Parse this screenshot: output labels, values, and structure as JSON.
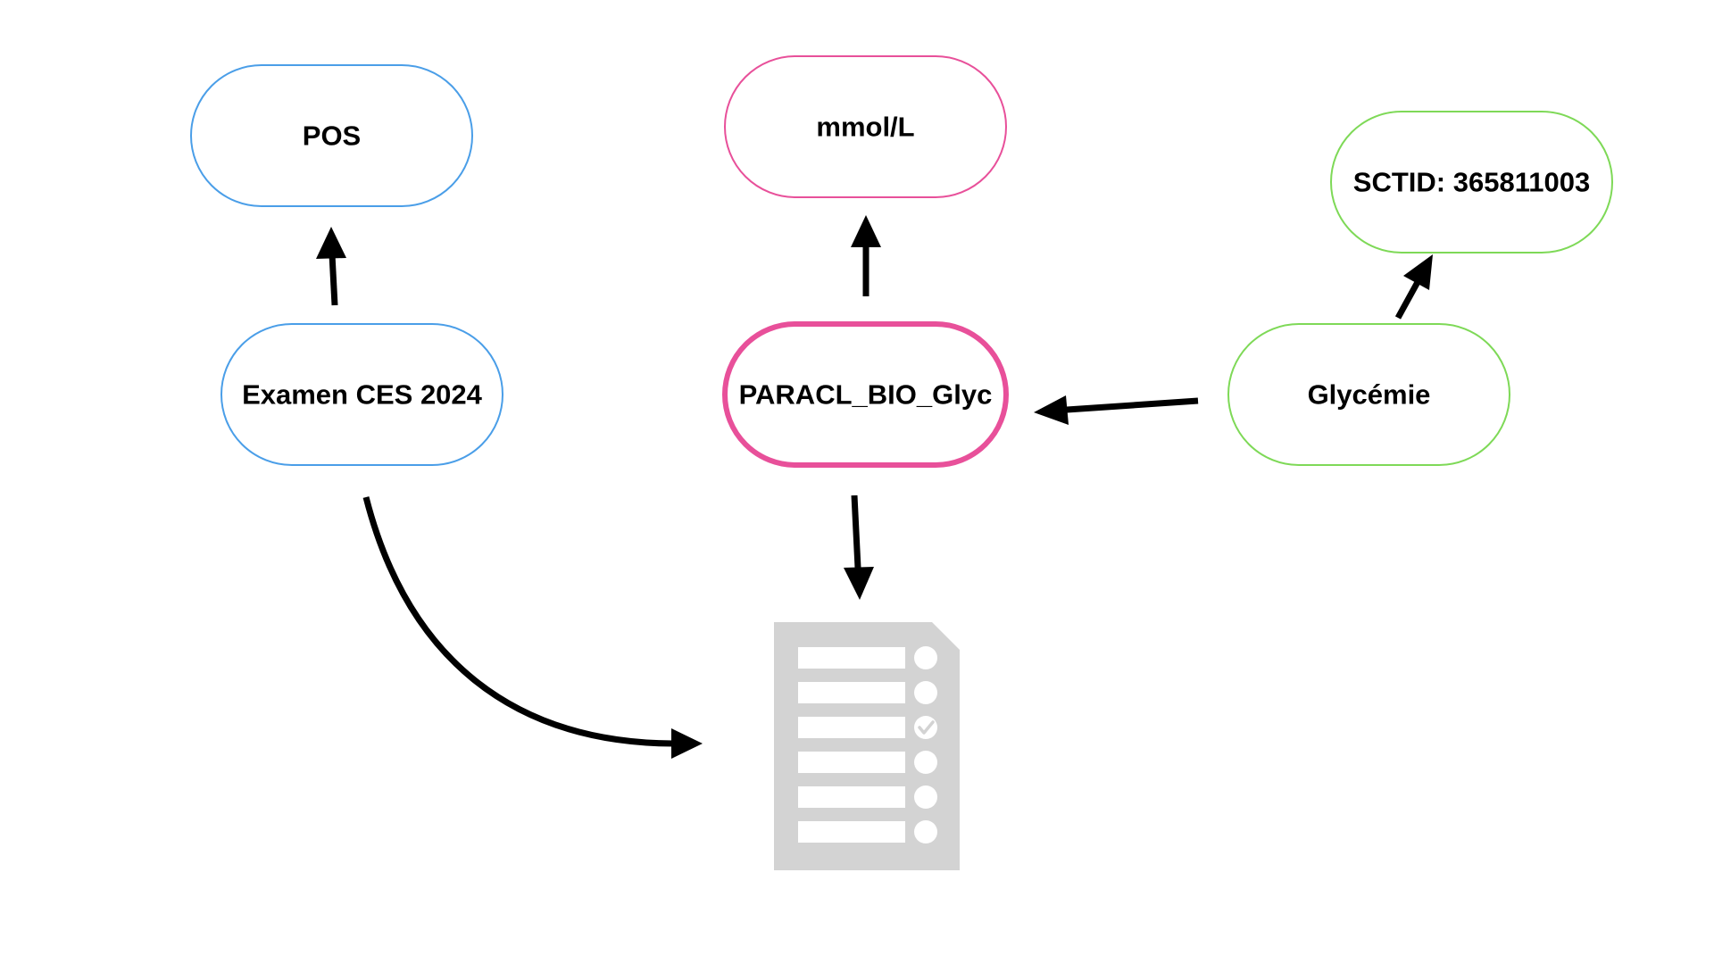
{
  "diagram": {
    "nodes": {
      "pos": {
        "label": "POS",
        "color": "#4a9ee8"
      },
      "examen": {
        "label": "Examen CES 2024",
        "color": "#4a9ee8"
      },
      "mmol": {
        "label": "mmol/L",
        "color": "#e8509a"
      },
      "paracl": {
        "label": "PARACL_BIO_Glyc",
        "color": "#e8509a"
      },
      "sctid": {
        "label": "SCTID: 365811003",
        "color": "#7ed957"
      },
      "glycemie": {
        "label": "Glycémie",
        "color": "#7ed957"
      }
    },
    "edges": [
      {
        "from": "examen",
        "to": "pos"
      },
      {
        "from": "paracl",
        "to": "mmol"
      },
      {
        "from": "glycemie",
        "to": "sctid"
      },
      {
        "from": "glycemie",
        "to": "paracl"
      },
      {
        "from": "paracl",
        "to": "form-document"
      },
      {
        "from": "examen",
        "to": "form-document"
      }
    ],
    "document": {
      "icon": "form-document-icon",
      "color": "#d3d3d3",
      "rows": 6,
      "checked_row": 3
    }
  }
}
